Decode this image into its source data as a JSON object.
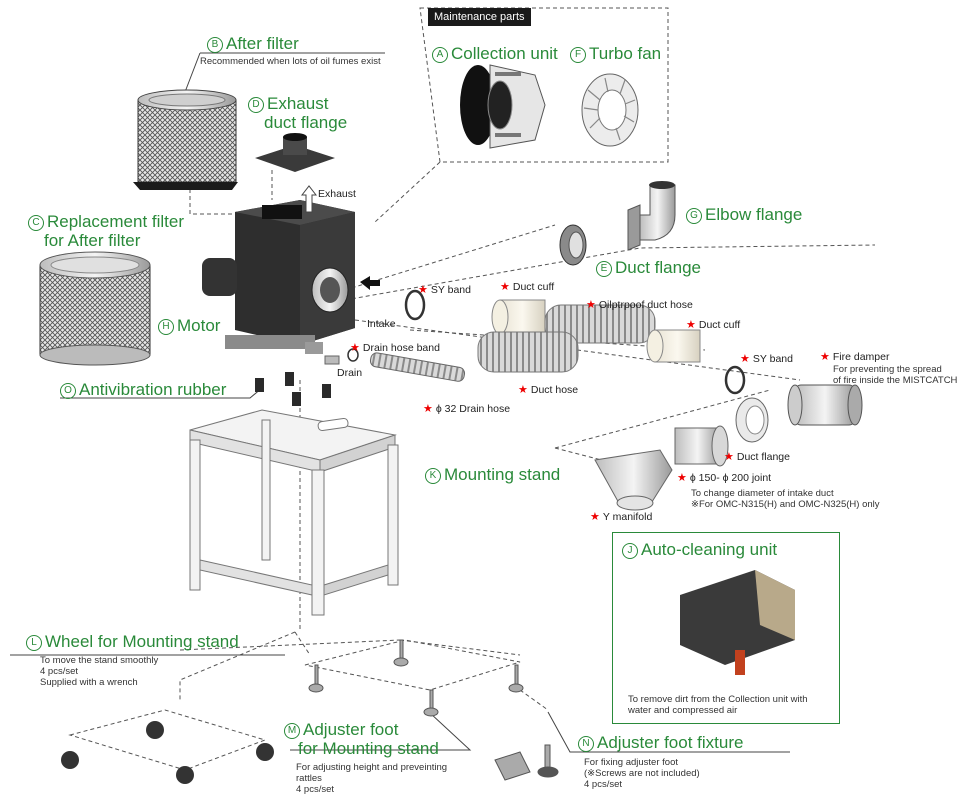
{
  "maintenance_header": "Maintenance parts",
  "parts": {
    "after_filter": {
      "badge": "B",
      "title": "After filter",
      "note": "Recommended when lots of oil fumes exist"
    },
    "exhaust_flange": {
      "badge": "D",
      "title1": "Exhaust",
      "title2": "duct flange"
    },
    "replacement_filter": {
      "badge": "C",
      "title1": "Replacement filter",
      "title2": "for After filter"
    },
    "collection_unit": {
      "badge": "A",
      "title": "Collection unit"
    },
    "turbo_fan": {
      "badge": "F",
      "title": "Turbo fan"
    },
    "elbow_flange": {
      "badge": "G",
      "title": "Elbow flange"
    },
    "duct_flange_top": {
      "badge": "E",
      "title": "Duct flange"
    },
    "motor": {
      "badge": "H",
      "title": "Motor"
    },
    "antivibration": {
      "badge": "O",
      "title": "Antivibration rubber"
    },
    "mounting_stand": {
      "badge": "K",
      "title": "Mounting stand"
    },
    "auto_cleaning": {
      "badge": "J",
      "title": "Auto-cleaning unit",
      "note1": "To remove dirt  from the Collection unit with",
      "note2": "water and compressed air"
    },
    "wheel": {
      "badge": "L",
      "title": "Wheel for Mounting stand",
      "note1": "To move the stand smoothly",
      "note2": "4 pcs/set",
      "note3": "Supplied with a wrench"
    },
    "adjuster_foot": {
      "badge": "M",
      "title1": "Adjuster foot",
      "title2": "for Mounting stand",
      "note1": "For adjusting height and preveinting",
      "note2": "rattles",
      "note3": "4 pcs/set"
    },
    "adjuster_fixture": {
      "badge": "N",
      "title": "Adjuster foot fixture",
      "note1": "For fixing adjuster foot",
      "note2": "(※Screws are not included)",
      "note3": "4 pcs/set"
    }
  },
  "labels": {
    "exhaust": "Exhaust",
    "intake": "Intake",
    "drain": "Drain",
    "sy_band_1": "SY band",
    "duct_cuff_1": "Duct cuff",
    "oilproof_hose": "Oilptrpoof duct hose",
    "duct_cuff_2": "Duct cuff",
    "drain_hose_band": "Drain hose band",
    "duct_hose": "Duct hose",
    "drain_hose": "ϕ 32 Drain hose",
    "sy_band_2": "SY band",
    "fire_damper": "Fire damper",
    "fire_damper_note1": "For preventing the spread",
    "fire_damper_note2": "of fire inside the MISTCATCH",
    "duct_flange_2": "Duct flange",
    "joint": "ϕ 150- ϕ 200 joint",
    "joint_note1": "To change diameter of intake duct",
    "joint_note2": "※For OMC-N315(H) and OMC-N325(H) only",
    "y_manifold": "Y manifold"
  },
  "colors": {
    "accent_green": "#2a8a3a",
    "star_red": "#e00000",
    "body_dark": "#2e2e2e"
  }
}
